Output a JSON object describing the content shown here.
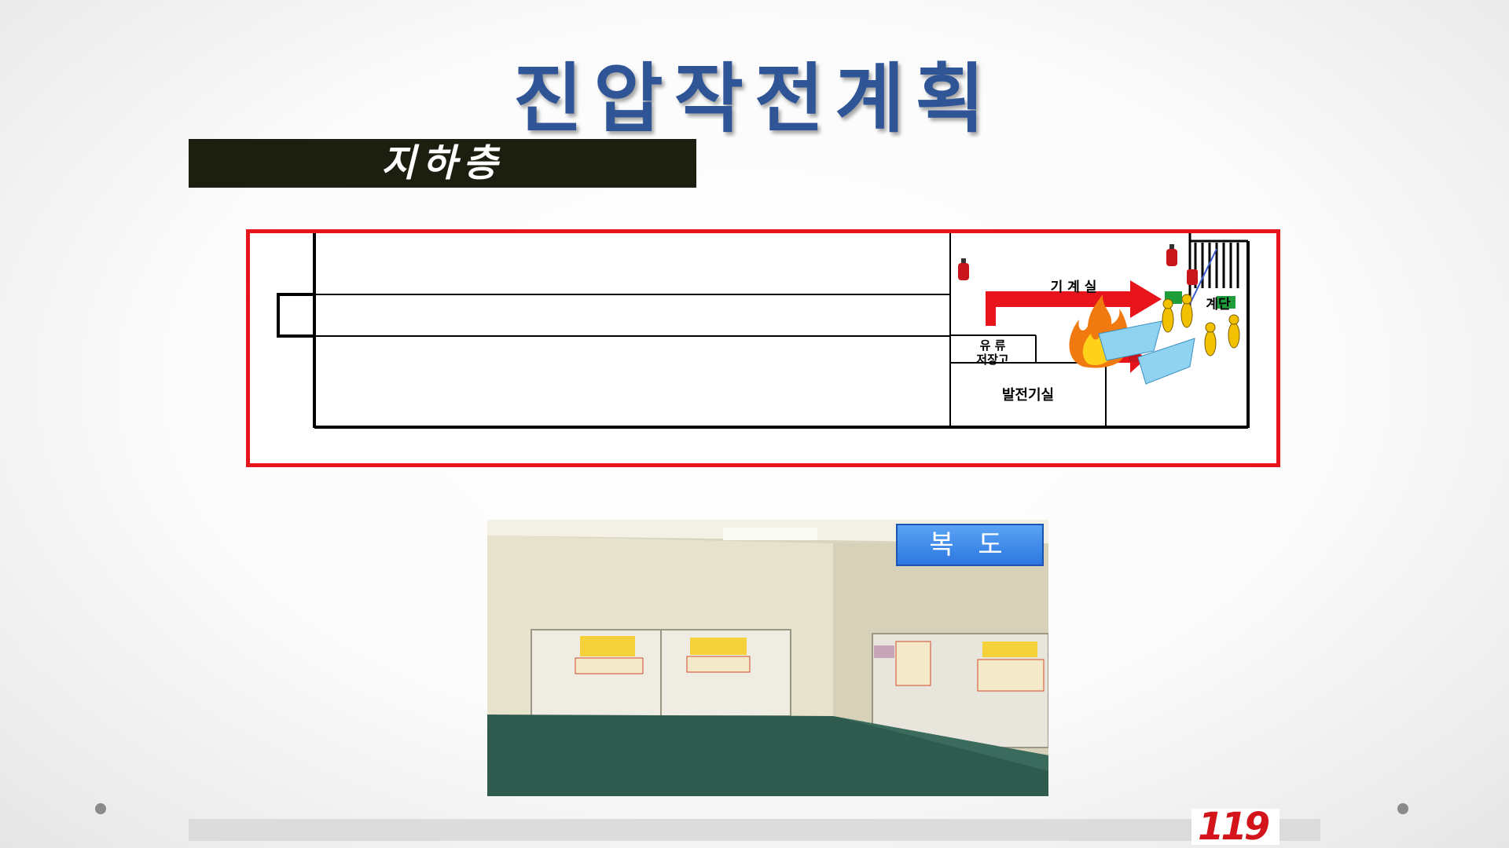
{
  "slide": {
    "title": "진압작전계획",
    "floor_label": "지하층"
  },
  "floor_plan": {
    "rooms": {
      "machine_room": "기 계 실",
      "stairs": "계단",
      "oil_storage_line1": "유  류",
      "oil_storage_line2": "저장고",
      "generator_room": "발전기실"
    },
    "colors": {
      "frame": "#e8141b",
      "arrow": "#e8141b",
      "wall": "#000000",
      "exit_sign": "#1e9e3a",
      "firefighter": "#f2c200",
      "water_spray": "#8fd3f0"
    },
    "icons": [
      "fire-extinguisher-icon",
      "fire-icon",
      "firefighter-icon",
      "exit-sign-icon",
      "water-spray-icon",
      "route-arrow-icon"
    ]
  },
  "photo": {
    "badge": "복 도",
    "colors": {
      "wall": "#e8e4cf",
      "floor": "#2f5a4e",
      "badge": "#3b86ec"
    }
  },
  "footer": {
    "logo_text": "119",
    "bar_color": "#dcdcdc"
  }
}
